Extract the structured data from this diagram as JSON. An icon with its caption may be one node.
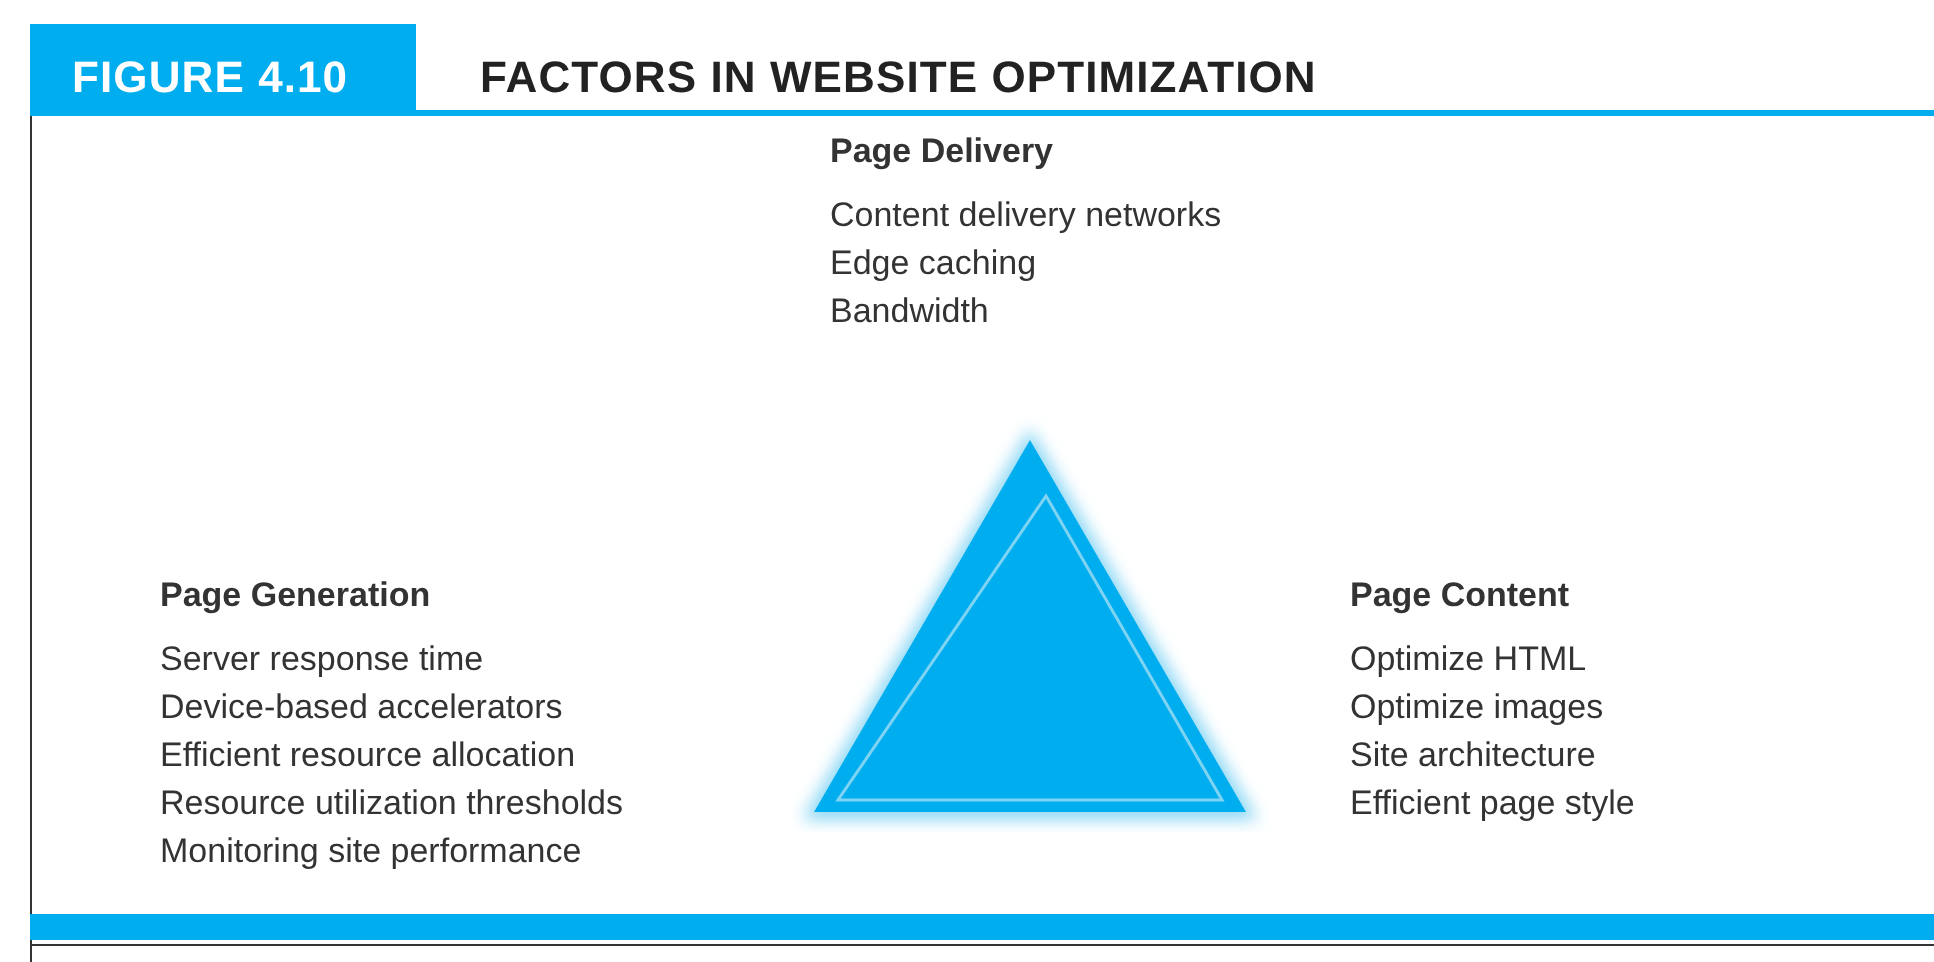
{
  "diagram": {
    "title": "FACTORS IN WEBSITE OPTIMIZATION",
    "labels": [
      "FIGURE 4.10",
      "Page Delivery",
      "Content delivery networks",
      "Edge caching",
      "Bandwidth",
      "Page Generation",
      "Server response time",
      "Device-based accelerators",
      "Efficient resource allocation",
      "Resource utilization thresholds",
      "Monitoring site performance",
      "Page Content",
      "Optimize HTML",
      "Optimize images",
      "Site architecture",
      "Efficient page style"
    ]
  }
}
